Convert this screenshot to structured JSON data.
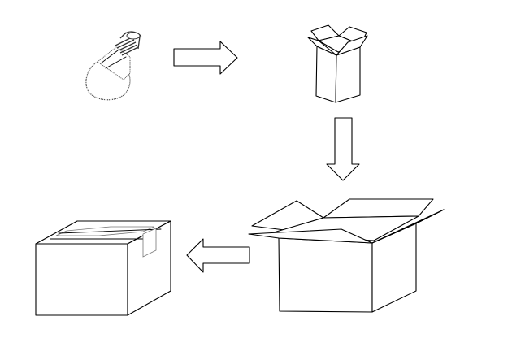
{
  "diagram": {
    "steps": [
      {
        "icon": "light-bulb-icon"
      },
      {
        "icon": "small-open-box-icon"
      },
      {
        "icon": "large-open-box-icon"
      },
      {
        "icon": "sealed-box-icon"
      }
    ],
    "arrows": [
      "right",
      "down",
      "left"
    ],
    "colors": {
      "background": "#ffffff",
      "stroke": "#000000",
      "fill": "#ffffff"
    }
  }
}
